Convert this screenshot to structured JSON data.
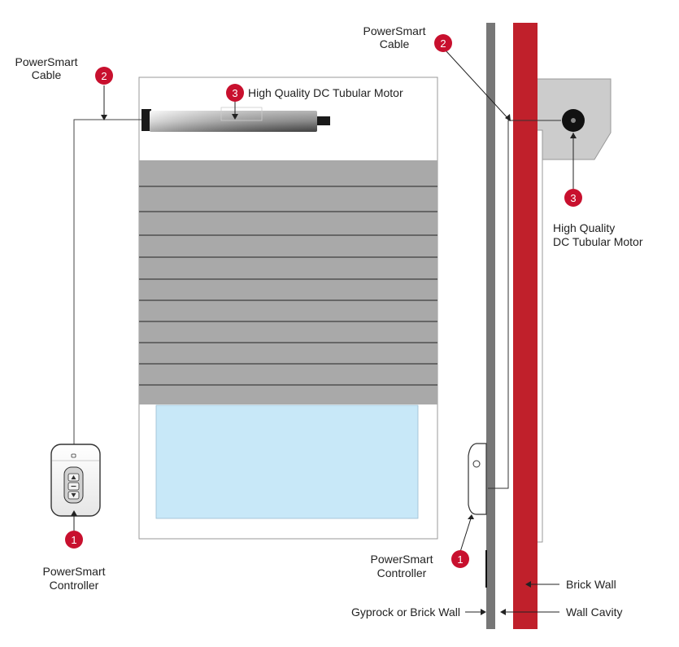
{
  "labels": {
    "cable_left": [
      "PowerSmart",
      "Cable"
    ],
    "cable_right": [
      "PowerSmart",
      "Cable"
    ],
    "motor_front": "High Quality DC Tubular Motor",
    "motor_side": [
      "High Quality",
      "DC Tubular Motor"
    ],
    "controller_left": [
      "PowerSmart",
      "Controller"
    ],
    "controller_right": [
      "PowerSmart",
      "Controller"
    ],
    "brick_wall": "Brick Wall",
    "gyprock_wall": "Gyprock or Brick Wall",
    "wall_cavity": "Wall Cavity"
  },
  "markers": {
    "controller": "1",
    "cable": "2",
    "motor": "3"
  },
  "colors": {
    "marker_red": "#c8102e",
    "brick_red": "#c0202b",
    "slat_grey": "#a9a9a9",
    "glass_blue": "#c8e8f8",
    "bracket_grey": "#cccccc",
    "gyprock_grey": "#777777"
  },
  "remote_icons": [
    "arrow-up-icon",
    "stop-icon",
    "arrow-down-icon"
  ]
}
